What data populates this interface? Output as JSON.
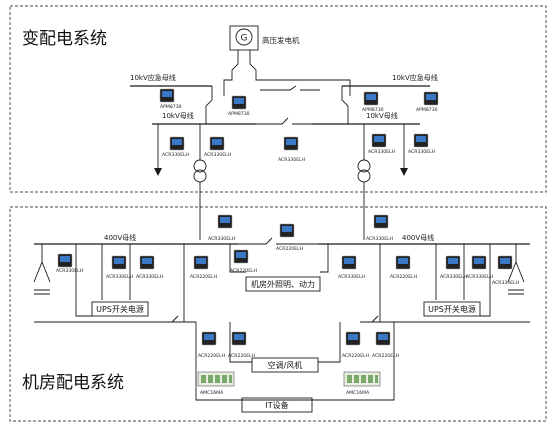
{
  "titles": {
    "substation": "变配电系统",
    "machine_room": "机房配电系统"
  },
  "generator": {
    "symbol": "G",
    "label": "高压发电机"
  },
  "buses": {
    "emergency_left": "10kV应急母线",
    "emergency_right": "10kV应急母线",
    "hv_left": "10kV母线",
    "hv_right": "10kV母线",
    "lv_left": "400V母线",
    "lv_right": "400V母线"
  },
  "boxes": {
    "ups_left": "UPS开关电源",
    "ups_right": "UPS开关电源",
    "lighting_power": "机房外照明、动力",
    "hvac": "空调/风机",
    "it_equipment": "IT设备"
  },
  "meters": {
    "apm_em_left": "APM8730",
    "apm_hv_left": "APM8730",
    "apm_em_right": "APM8730",
    "apm_hv_right": "APM8730",
    "acr_hv1": "ACR330ELH",
    "acr_hv2": "ACR330ELH",
    "acr_hv_mid": "ACR330ELH",
    "acr_hv3": "ACR330ELH",
    "acr_hv4": "ACR330ELH",
    "acr_lv_in_left": "ACR330ELH",
    "acr_lv_in_right": "ACR330ELH",
    "acr_tie": "ACR220ELH",
    "acr_ups_l1": "ACR330ELH",
    "acr_ups_l2": "ACR330ELH",
    "acr_ups_l3": "ACR330ELH",
    "acr_ups_l4": "ACR220ELH",
    "acr_light_l": "ACR220ELH",
    "acr_light_r": "ACR330ELH",
    "acr_ups_r1": "ACR220ELH",
    "acr_ups_r2": "ACR330ELH",
    "acr_ups_r3": "ACR330ELH",
    "acr_ups_r4": "ACR330ELH",
    "acr_hvac_l1": "ACR220ELH",
    "acr_hvac_l2": "ACR220ELH",
    "acr_hvac_r1": "ACR220ELH",
    "acr_hvac_r2": "ACR220ELH",
    "amc_left": "AMC16MA",
    "amc_right": "AMC16MA"
  }
}
